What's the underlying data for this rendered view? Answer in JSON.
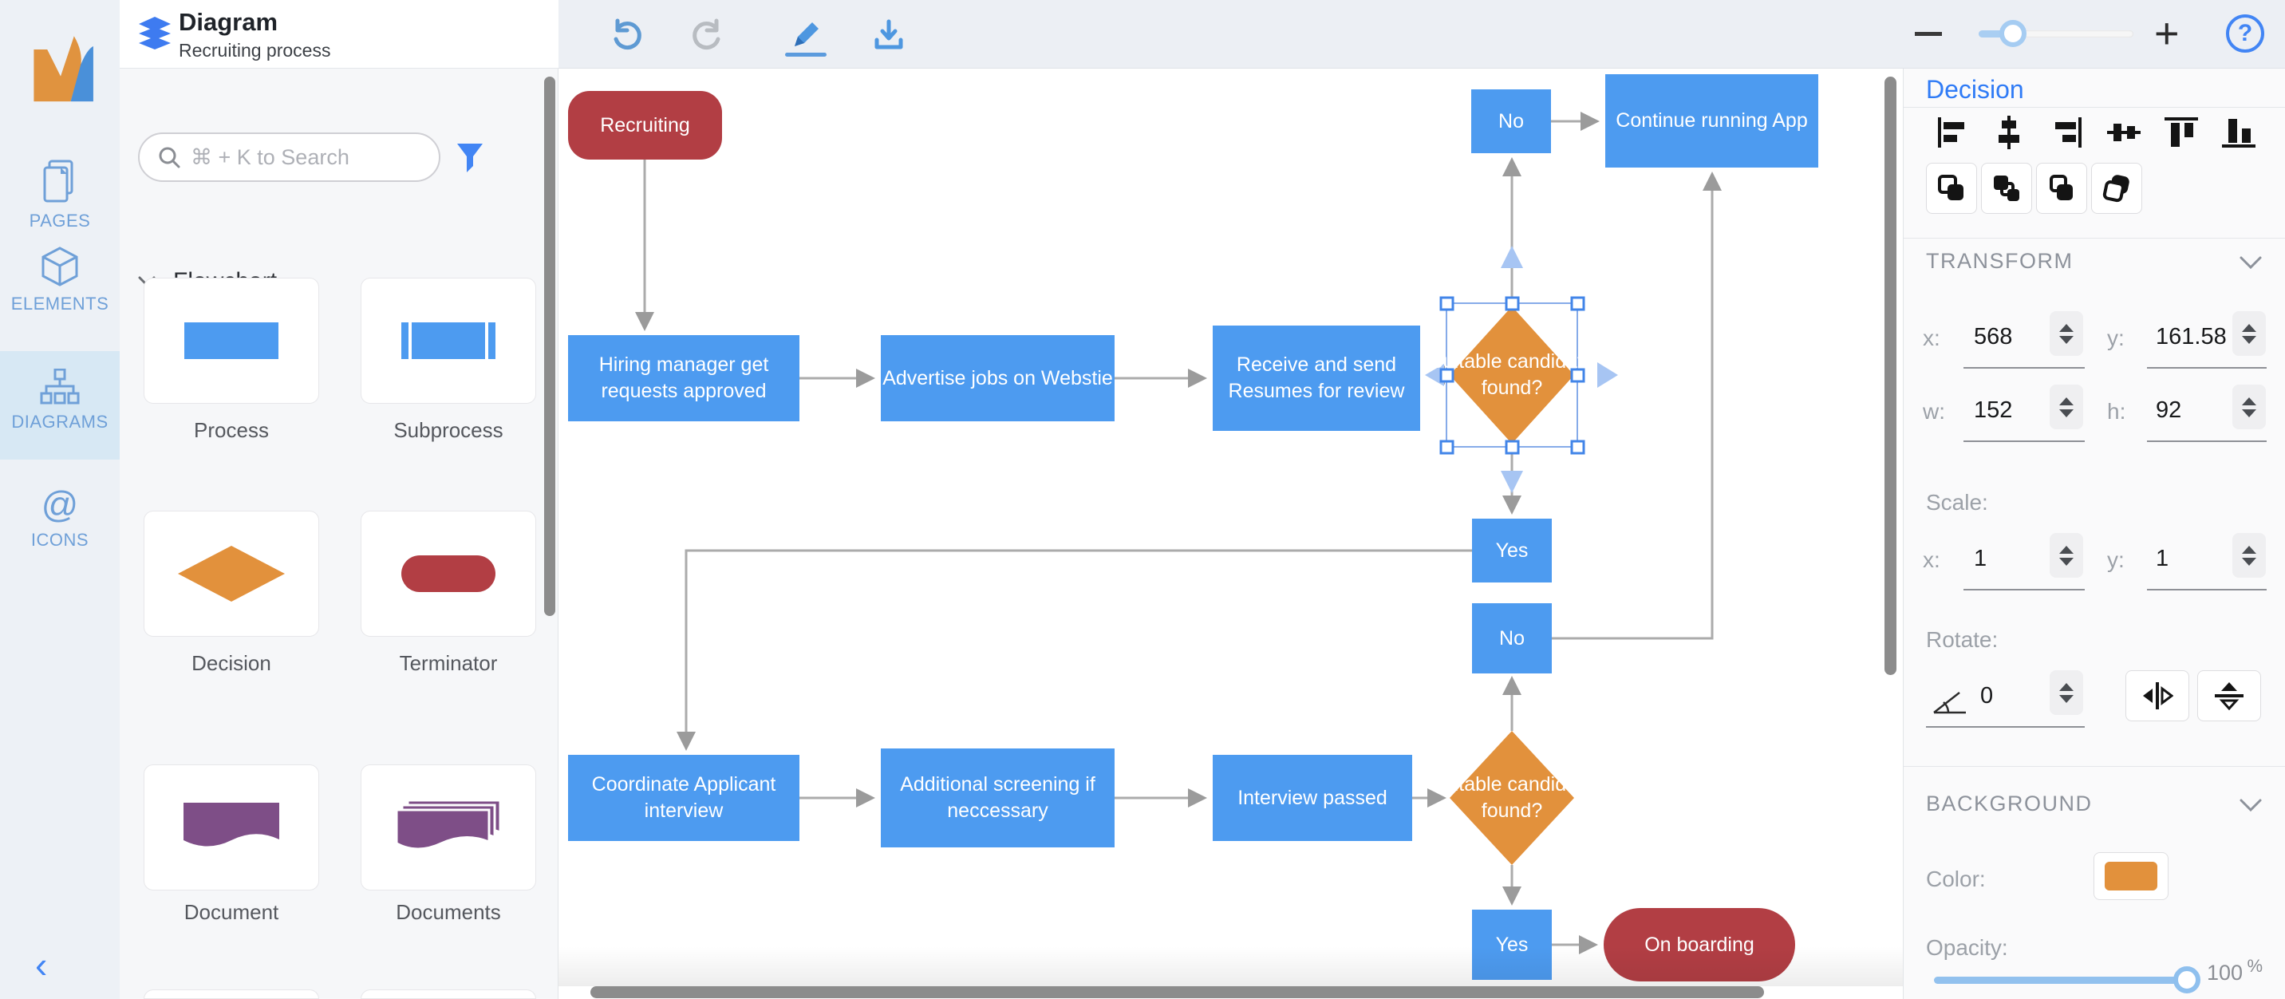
{
  "header": {
    "title": "Diagram",
    "subtitle": "Recruiting process"
  },
  "rail": {
    "items": [
      {
        "id": "pages",
        "label": "PAGES"
      },
      {
        "id": "elements",
        "label": "ELEMENTS"
      },
      {
        "id": "diagrams",
        "label": "DIAGRAMS"
      },
      {
        "id": "icons",
        "label": "ICONS"
      }
    ]
  },
  "library": {
    "search_placeholder": "⌘ + K to Search",
    "section": "Flowchart",
    "shapes": [
      {
        "name": "Process"
      },
      {
        "name": "Subprocess"
      },
      {
        "name": "Decision"
      },
      {
        "name": "Terminator"
      },
      {
        "name": "Document"
      },
      {
        "name": "Documents"
      }
    ]
  },
  "canvas": {
    "nodes": {
      "recruiting": {
        "label": "Recruiting",
        "type": "terminator",
        "color": "#B23E44"
      },
      "hiring": {
        "label": "Hiring manager get requests approved",
        "type": "process",
        "color": "#4D9BF0"
      },
      "advertise": {
        "label": "Advertise jobs on Webstie",
        "type": "process",
        "color": "#4D9BF0"
      },
      "receive": {
        "label": "Receive and send Resumes for review",
        "type": "process",
        "color": "#4D9BF0"
      },
      "decision1": {
        "label": "Suitable candidate found?",
        "type": "decision",
        "color": "#E2913C",
        "selected": true
      },
      "no1": {
        "label": "No",
        "type": "process",
        "color": "#4D9BF0"
      },
      "continue_app": {
        "label": "Continue running App",
        "type": "process",
        "color": "#4D9BF0"
      },
      "yes1": {
        "label": "Yes",
        "type": "process",
        "color": "#4D9BF0"
      },
      "coordinate": {
        "label": "Coordinate Applicant interview",
        "type": "process",
        "color": "#4D9BF0"
      },
      "additional": {
        "label": "Additional screening if neccessary",
        "type": "process",
        "color": "#4D9BF0"
      },
      "interview": {
        "label": "Interview passed",
        "type": "process",
        "color": "#4D9BF0"
      },
      "decision2": {
        "label": "Suitable candidate found?",
        "type": "decision",
        "color": "#E2913C"
      },
      "no2": {
        "label": "No",
        "type": "process",
        "color": "#4D9BF0"
      },
      "yes2": {
        "label": "Yes",
        "type": "process",
        "color": "#4D9BF0"
      },
      "onboarding": {
        "label": "On boarding",
        "type": "terminator",
        "color": "#B23E44"
      }
    }
  },
  "inspector": {
    "title": "Decision",
    "transform": {
      "heading": "TRANSFORM",
      "x_label": "x:",
      "x": "568",
      "y_label": "y:",
      "y": "161.58",
      "w_label": "w:",
      "w": "152",
      "h_label": "h:",
      "h": "92",
      "scale_label": "Scale:",
      "scale_x": "1",
      "scale_y": "1",
      "rotate_label": "Rotate:",
      "rotate": "0"
    },
    "background": {
      "heading": "BACKGROUND",
      "color_label": "Color:",
      "swatch_color": "#E2913C",
      "opacity_label": "Opacity:",
      "opacity_value": "100",
      "opacity_unit": "%"
    }
  }
}
